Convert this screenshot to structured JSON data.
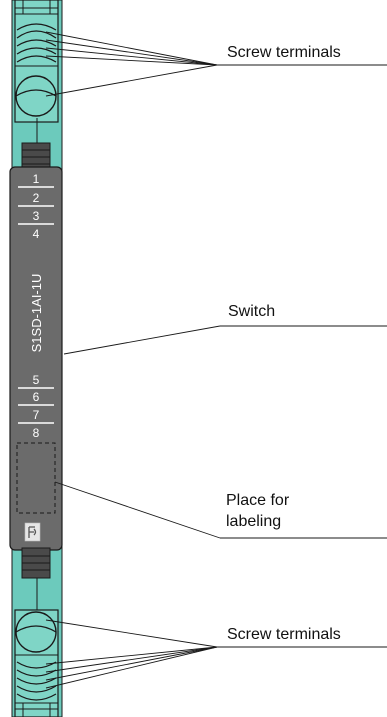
{
  "colors": {
    "rail": "#6ccabc",
    "terminal_fill": "#7fd5c6",
    "module_body": "#6b6b6b",
    "module_divider": "#ffffff",
    "stroke": "#1a1a1a",
    "leader": "#1a1a1a"
  },
  "module": {
    "part_label": "S1SD-1AI-1U",
    "switch_positions_top": [
      "1",
      "2",
      "3",
      "4"
    ],
    "switch_positions_bottom": [
      "5",
      "6",
      "7",
      "8"
    ],
    "logo_icon": "pepperl-fuchs-logo"
  },
  "callouts": {
    "screw_terminals_top": "Screw terminals",
    "switch": "Switch",
    "place_for_labeling": [
      "Place for",
      "labeling"
    ],
    "screw_terminals_bottom": "Screw terminals"
  }
}
